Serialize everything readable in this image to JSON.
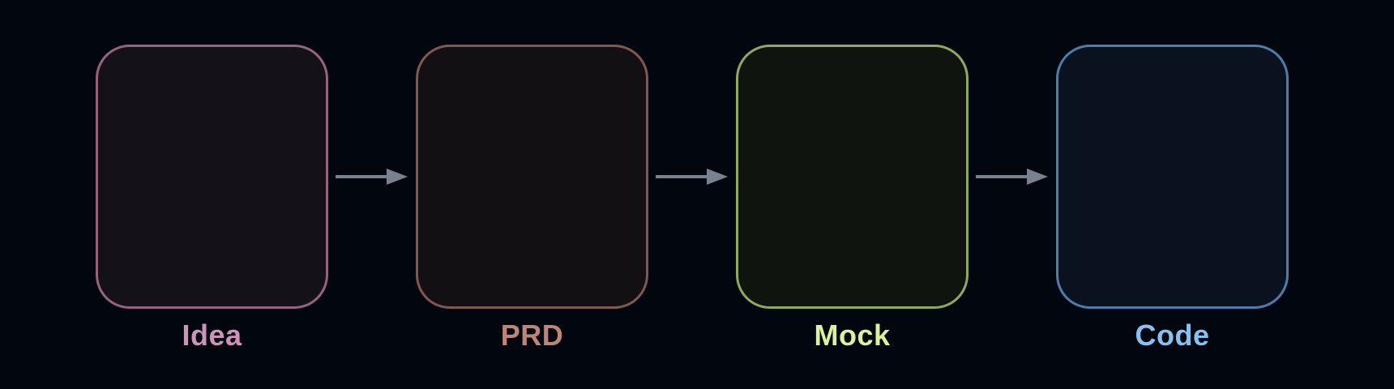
{
  "diagram": {
    "background": "#02060e",
    "arrow_color": "#78828f",
    "nodes": [
      {
        "id": "idea",
        "label": "Idea",
        "border_color": "#96637f",
        "fill_color": "#151119",
        "label_color": "#cf93ba"
      },
      {
        "id": "prd",
        "label": "PRD",
        "border_color": "#82574f",
        "fill_color": "#131014",
        "label_color": "#bf8478"
      },
      {
        "id": "mock",
        "label": "Mock",
        "border_color": "#93a85f",
        "fill_color": "#0f140f",
        "label_color": "#dcf09e"
      },
      {
        "id": "code",
        "label": "Code",
        "border_color": "#4f7dab",
        "fill_color": "#0a1220",
        "label_color": "#88c0f0"
      }
    ]
  }
}
